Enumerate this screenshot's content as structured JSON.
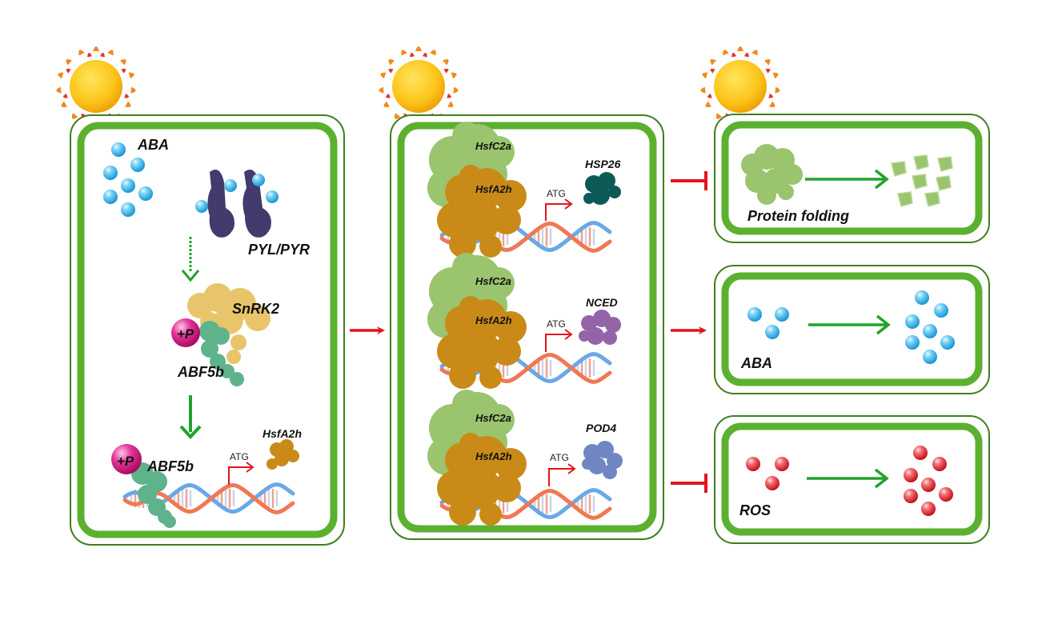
{
  "colors": {
    "cell_outer": "#3f7f1e",
    "cell_inner": "#5bb12f",
    "arrow_red": "#e3141c",
    "arrow_green": "#22a22a",
    "aba_blue": "#39b4ea",
    "ros_red": "#e8343f",
    "phospho_pink": "#d6157e",
    "pyl_purple": "#433a6d",
    "snrk2_yellow": "#e8c56b",
    "abf5b_green": "#5fb38b",
    "hsfa2h_orange": "#c98a18",
    "hsfc2a_green": "#9ac46e",
    "hsp26_teal": "#0c5a56",
    "nced_purple": "#9464a8",
    "pod4_blue": "#6f86c2",
    "dna_blue": "#6aa8e6",
    "dna_orange": "#f07854"
  },
  "icons": [
    "sun-icon",
    "protein-icon",
    "dna-icon",
    "molecule-icon",
    "activation-arrow-icon",
    "inhibition-arrow-icon"
  ],
  "panel1": {
    "aba_label": "ABA",
    "pyl_label": "PYL/PYR",
    "snrk2_label": "SnRK2",
    "phospho_label": "+P",
    "abf5b_label": "ABF5b",
    "abf5b_dna_label": "ABF5b",
    "phospho_dna_label": "+P",
    "atg_label": "ATG",
    "target_label": "HsfA2h"
  },
  "panel2": {
    "rows": [
      {
        "hsfc2a": "HsfC2a",
        "hsfa2h": "HsfA2h",
        "atg": "ATG",
        "target": "HSP26"
      },
      {
        "hsfc2a": "HsfC2a",
        "hsfa2h": "HsfA2h",
        "atg": "ATG",
        "target": "NCED"
      },
      {
        "hsfc2a": "HsfC2a",
        "hsfa2h": "HsfA2h",
        "atg": "ATG",
        "target": "POD4"
      }
    ]
  },
  "outcomes": [
    {
      "label": "Protein folding",
      "effect": "inhibition"
    },
    {
      "label": "ABA",
      "effect": "activation"
    },
    {
      "label": "ROS",
      "effect": "inhibition"
    }
  ]
}
